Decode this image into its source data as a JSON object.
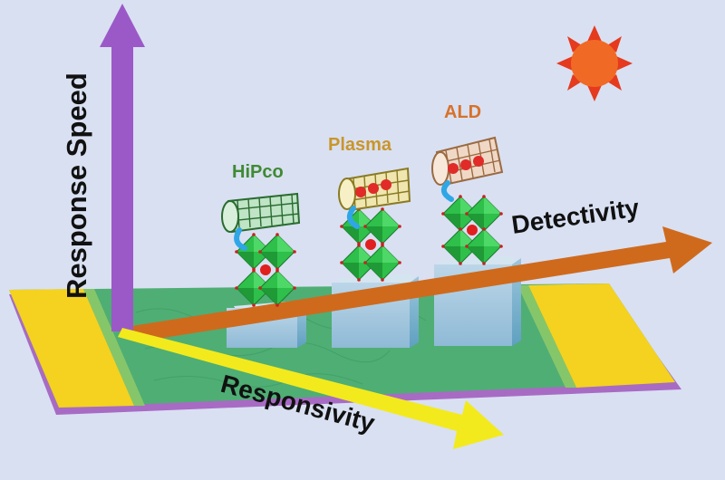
{
  "axes": {
    "vertical": {
      "label": "Response Speed",
      "color": "#9b59c7"
    },
    "diagonal": {
      "label": "Responsivity",
      "color": "#f2ea1d"
    },
    "horizontal": {
      "label": "Detectivity",
      "color": "#cf6a1d"
    }
  },
  "devices": [
    {
      "label": "HiPco",
      "label_color": "#3f8a33",
      "tube_color": "#2a6b30"
    },
    {
      "label": "Plasma",
      "label_color": "#c9962a",
      "tube_color": "#8a7a22"
    },
    {
      "label": "ALD",
      "label_color": "#d7712a",
      "tube_color": "#9a6a42"
    }
  ],
  "colors": {
    "background": "#d9e0f2",
    "substrate": "#4fae74",
    "electrode": "#f4d21f",
    "base": "#a86bc4",
    "sun": "#f06a25",
    "perovskite": "#2ec04a"
  },
  "icons": {
    "sun": "sun-icon",
    "hole": "hole-carrier-icon",
    "atom": "center-atom-icon"
  }
}
